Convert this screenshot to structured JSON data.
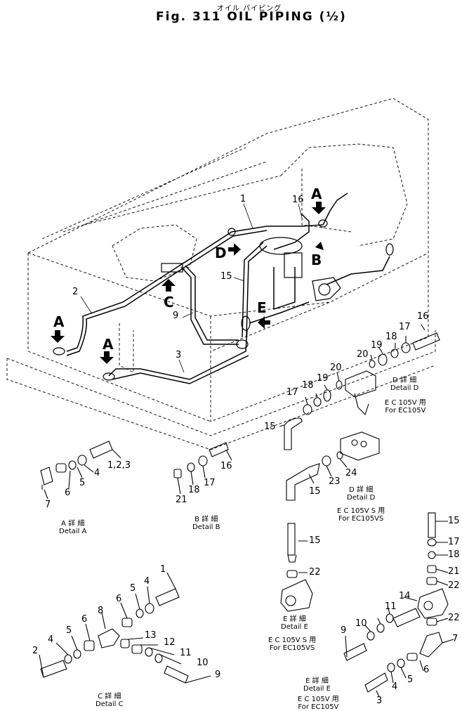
{
  "header": {
    "jp": "オイル パイピング",
    "title": "Fig. 311   OIL   PIPING (½)"
  },
  "views": {
    "a1": "A",
    "a2": "A",
    "a3": "A",
    "b": "B",
    "c": "C",
    "d": "D",
    "e": "E"
  },
  "callouts": {
    "n1": "1",
    "n2": "2",
    "n3": "3",
    "n9": "9",
    "n15": "15",
    "n16": "16",
    "d16": "16",
    "d17": "17",
    "d18": "18",
    "d19": "19",
    "d20": "20",
    "d17b": "17",
    "d18b": "18",
    "d19b": "19",
    "d20b": "20",
    "d15": "15",
    "d23": "23",
    "d24": "24",
    "d15b": "15",
    "a123": "1,2,3",
    "a4": "4",
    "a5": "5",
    "a6": "6",
    "a7": "7",
    "b16": "16",
    "b17": "17",
    "b18": "18",
    "b21": "21",
    "e15": "15",
    "e22": "22",
    "c1": "1",
    "c4": "4",
    "c5": "5",
    "c6": "6",
    "c8": "8",
    "c5b": "5",
    "c4b": "4",
    "c2": "2",
    "c6b": "6",
    "c13": "13",
    "c12": "12",
    "c11": "11",
    "c10": "10",
    "c9": "9",
    "r15": "15",
    "r17": "17",
    "r18": "18",
    "r21": "21",
    "r22": "22",
    "r14": "14",
    "r11": "11",
    "r10": "10",
    "r9": "9",
    "r22b": "22",
    "r7": "7",
    "r6": "6",
    "r5": "5",
    "r4": "4",
    "r3": "3"
  },
  "captions": {
    "detail_a": "A 詳 細\nDetail A",
    "detail_b": "B 詳 細\nDetail B",
    "detail_c": "C 詳 細\nDetail C",
    "detail_d1": "D 詳 細\nDetail D",
    "for_d1": "E C 105V 用\nFor  EC105V",
    "detail_d2": "D 詳 細\nDetail D",
    "for_d2": "E C 105V S 用\nFor  EC105VS",
    "detail_e1": "E 詳 細\nDetail E",
    "for_e1": "E C 105V S 用\nFor  EC105VS",
    "detail_e2": "E 詳 細\nDetail E",
    "for_e2": "E C 105V 用\nFor  EC105V"
  }
}
